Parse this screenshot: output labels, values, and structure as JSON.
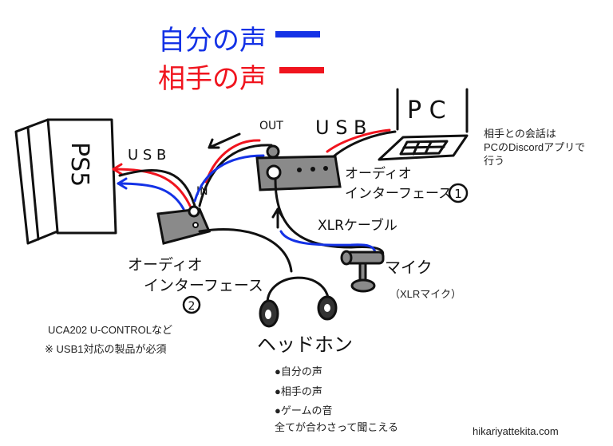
{
  "legend": {
    "own_voice": "自分の声",
    "other_voice": "相手の声",
    "own_color": "#1432e6",
    "other_color": "#f0141e"
  },
  "devices": {
    "ps5": "PS5",
    "pc": "P C",
    "usb_left": "U S B",
    "usb_top": "U S B",
    "out": "OUT",
    "in": "IN",
    "interface1_line1": "オーディオ",
    "interface1_line2": "インターフェース",
    "interface1_num": "1",
    "interface2_line1": "オーディオ",
    "interface2_line2": "インターフェース",
    "interface2_num": "2",
    "xlr_cable": "XLRケーブル",
    "mic": "マイク",
    "mic_note": "（XLRマイク）",
    "headphones": "ヘッドホン"
  },
  "notes": {
    "pc_note": [
      "相手との会話は",
      "PCのDiscordアプリで",
      "行う"
    ],
    "interface2_note": [
      "UCA202 U-CONTROLなど",
      "※ USB1対応の製品が必須"
    ],
    "headphone_list": [
      "●自分の声",
      "●相手の声",
      "●ゲームの音",
      "全てが合わさって聞こえる"
    ]
  },
  "credit": "hikariyattekita.com"
}
